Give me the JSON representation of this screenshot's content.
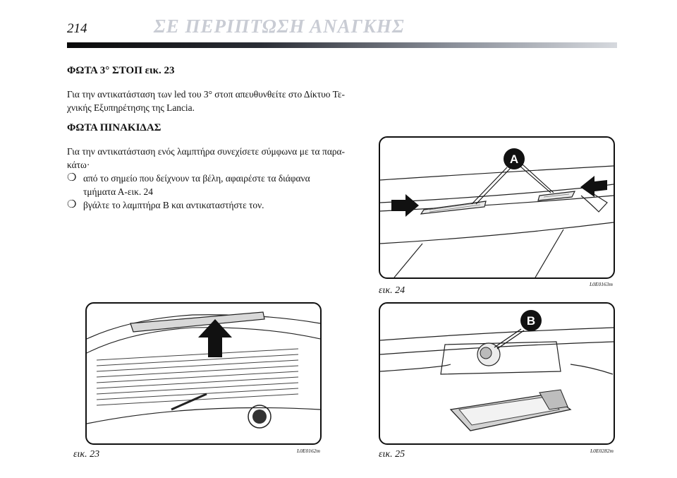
{
  "header": {
    "page_number": "214",
    "chapter_title": "ΣΕ ΠΕΡΙΠΤΩΣΗ ΑΝΑΓΚΗΣ"
  },
  "sections": {
    "stop_light": {
      "heading": "ΦΩΤΑ 3° ΣΤΟΠ εικ. 23",
      "text": "Για την αντικατάσταση των led του 3° στοπ απευθυνθείτε στο Δίκτυο Τε-χνικής Εξυπηρέτησης της Lancia."
    },
    "plate_light": {
      "heading": "ΦΩΤΑ ΠΙΝΑΚΙΔΑΣ",
      "text": "Για την αντικατάσταση ενός λαμπτήρα συνεχίσετε σύμφωνα με τα παρα-κάτω·",
      "bullet_mark": "❍",
      "bullets": [
        "από το σημείο που δείχνουν τα βέλη, αφαιρέστε τα διάφανα τμήματα Α-εικ. 24",
        "βγάλτε το λαμπτήρα Β και αντικαταστήστε τον."
      ]
    }
  },
  "figures": {
    "fig24": {
      "caption": "εικ. 24",
      "code": "L0E0163m",
      "callout": "A"
    },
    "fig23": {
      "caption": "εικ. 23",
      "code": "L0E0162m"
    },
    "fig25": {
      "caption": "εικ. 25",
      "code": "L0E0282m",
      "callout": "B"
    }
  }
}
